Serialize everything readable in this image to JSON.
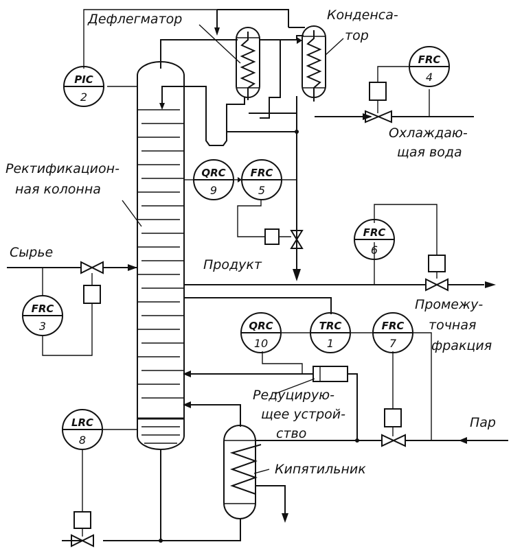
{
  "labels": {
    "dephlegmator": "Дефлегматор",
    "condenser_1": "Конденса-",
    "condenser_2": "тор",
    "cooling_water_1": "Охлаждаю-",
    "cooling_water_2": "щая вода",
    "column_1": "Ректификацион-",
    "column_2": "ная колонна",
    "feed": "Сырье",
    "product": "Продукт",
    "intermediate_1": "Промежу-",
    "intermediate_2": "точная",
    "intermediate_3": "фракция",
    "reducing_1": "Редуцирую-",
    "reducing_2": "щее устрой-",
    "reducing_3": "ство",
    "steam": "Пар",
    "reboiler": "Кипятильник"
  },
  "instruments": [
    {
      "tag": "PIC",
      "num": "2"
    },
    {
      "tag": "FRC",
      "num": "4"
    },
    {
      "tag": "QRC",
      "num": "9"
    },
    {
      "tag": "FRC",
      "num": "5"
    },
    {
      "tag": "FRC",
      "num": "6"
    },
    {
      "tag": "FRC",
      "num": "3"
    },
    {
      "tag": "QRC",
      "num": "10"
    },
    {
      "tag": "TRC",
      "num": "1"
    },
    {
      "tag": "FRC",
      "num": "7"
    },
    {
      "tag": "LRC",
      "num": "8"
    }
  ]
}
